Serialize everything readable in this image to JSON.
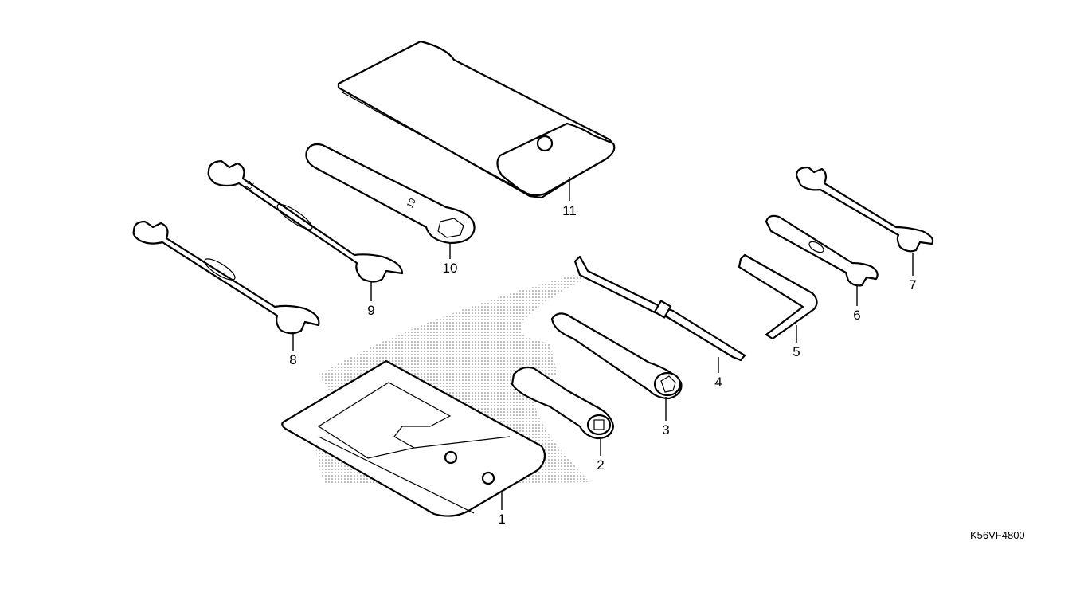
{
  "figure_code": "K56VF4800",
  "parts": [
    {
      "ref": "1"
    },
    {
      "ref": "2"
    },
    {
      "ref": "3"
    },
    {
      "ref": "4"
    },
    {
      "ref": "5"
    },
    {
      "ref": "6"
    },
    {
      "ref": "7"
    },
    {
      "ref": "8"
    },
    {
      "ref": "9"
    },
    {
      "ref": "10"
    },
    {
      "ref": "11"
    }
  ]
}
